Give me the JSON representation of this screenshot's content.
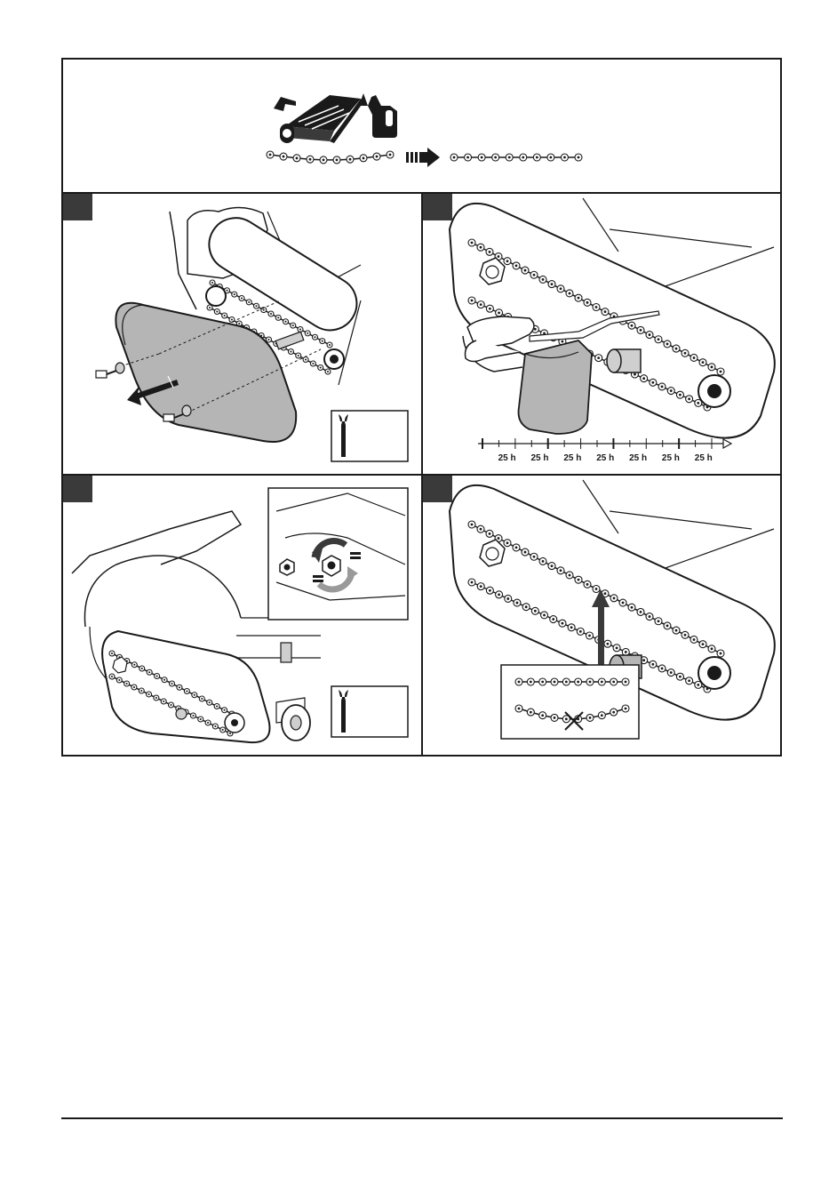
{
  "timeline": {
    "interval_labels": [
      "25 h",
      "25 h",
      "25 h",
      "25 h",
      "25 h",
      "25 h",
      "25 h"
    ]
  },
  "icons": {
    "header": [
      "brush-unit-icon",
      "oil-can-icon",
      "slack-chain-icon",
      "arrow-right-icon",
      "tight-chain-icon"
    ],
    "panel1": [
      "wrench-icon"
    ],
    "panel3": [
      "wrench-icon"
    ],
    "panel4": [
      "incorrect-chain-x-icon"
    ]
  },
  "colors": {
    "line": "#1a1a1a",
    "cover_fill": "#b5b5b5",
    "badge": "#3a3a3a",
    "metal_fill": "#cfcfcf"
  }
}
